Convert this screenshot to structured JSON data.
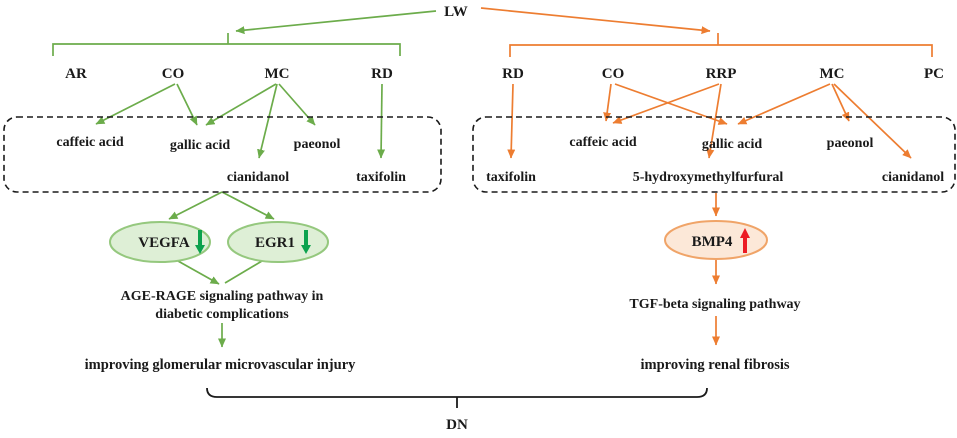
{
  "figure": {
    "root_label": "LW",
    "bottom_label": "DN"
  },
  "left": {
    "herbs": [
      "AR",
      "CO",
      "MC",
      "RD"
    ],
    "compounds": [
      "caffeic acid",
      "gallic acid",
      "paeonol",
      "cianidanol",
      "taxifolin"
    ],
    "edges": [
      "CO → caffeic acid",
      "CO → gallic acid",
      "MC → gallic acid",
      "MC → cianidanol",
      "MC → paeonol",
      "RD → taxifolin"
    ],
    "genes": [
      {
        "label": "VEGFA",
        "regulation": "down",
        "arrow_symbol": "↓"
      },
      {
        "label": "EGR1",
        "regulation": "down",
        "arrow_symbol": "↓"
      }
    ],
    "pathway": {
      "line1": "AGE-RAGE signaling pathway in",
      "line2": "diabetic complications"
    },
    "outcome": "improving glomerular microvascular injury"
  },
  "right": {
    "herbs": [
      "RD",
      "CO",
      "RRP",
      "MC",
      "PC"
    ],
    "compounds": [
      "caffeic acid",
      "gallic acid",
      "paeonol",
      "taxifolin",
      "5-hydroxymethylfurfural",
      "cianidanol"
    ],
    "edges": [
      "RD → taxifolin",
      "CO → caffeic acid",
      "CO → gallic acid",
      "RRP → caffeic acid",
      "RRP → 5-hydroxymethylfurfural",
      "MC → gallic acid",
      "MC → paeonol",
      "MC → cianidanol"
    ],
    "genes": [
      {
        "label": "BMP4",
        "regulation": "up",
        "arrow_symbol": "↑"
      }
    ],
    "pathway": {
      "line1": "TGF-beta signaling pathway"
    },
    "outcome": "improving renal fibrosis"
  },
  "colors": {
    "green": "#6CAC4B",
    "orange": "#ED7D31",
    "down_arrow_green": "#0CA24E",
    "up_arrow_red": "#EC1C24",
    "green_ellipse_fill": "#DEEFD6",
    "green_ellipse_stroke": "#95C87E",
    "orange_ellipse_fill": "#FCE8D8",
    "orange_ellipse_stroke": "#F0A468",
    "box_dash": "#1a1a1a"
  }
}
